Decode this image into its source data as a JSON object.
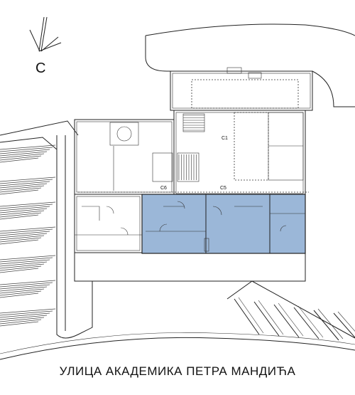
{
  "north_arrow": {
    "letter": "C",
    "icon": "north-arrow-icon"
  },
  "street_name": "УЛИЦА АКАДЕМИКА ПЕТРА МАНДИЋА",
  "room_labels": {
    "c1": "C1",
    "c5": "C5",
    "c6": "C6"
  },
  "highlight_color": "#9bb7d8"
}
